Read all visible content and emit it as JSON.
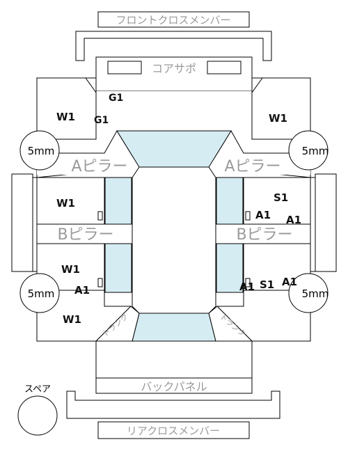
{
  "labels": {
    "front_cross_member": "フロントクロスメンバー",
    "core_support": "コアサポ",
    "a_pillar_left": "Aピラー",
    "a_pillar_right": "Aピラー",
    "b_pillar_left": "Bピラー",
    "b_pillar_right": "Bピラー",
    "back_panel": "バックパネル",
    "rear_cross_member": "リアクロスメンバー",
    "spare": "スペア",
    "trunk_left": "トランク",
    "trunk_right": "トランク"
  },
  "wheels": {
    "front_left": "5mm",
    "front_right": "5mm",
    "rear_left": "5mm",
    "rear_right": "5mm"
  },
  "codes": {
    "g1_upper": "G1",
    "g1_lower": "G1",
    "w1_front_left": "W1",
    "w1_front_right": "W1",
    "w1_mid_left": "W1",
    "s1_mid_right": "S1",
    "a1_mid_right_inner": "A1",
    "a1_mid_right_outer": "A1",
    "w1_rear_left_upper": "W1",
    "a1_rear_left": "A1",
    "w1_rear_left_lower": "W1",
    "a1_rear_right_inner": "A1",
    "s1_rear_right": "S1",
    "a1_rear_right_outer": "A1"
  },
  "colors": {
    "outline": "#000000",
    "glass": "#d6ecf3",
    "label_grey": "#9a9a9a",
    "code_text": "#111111"
  }
}
